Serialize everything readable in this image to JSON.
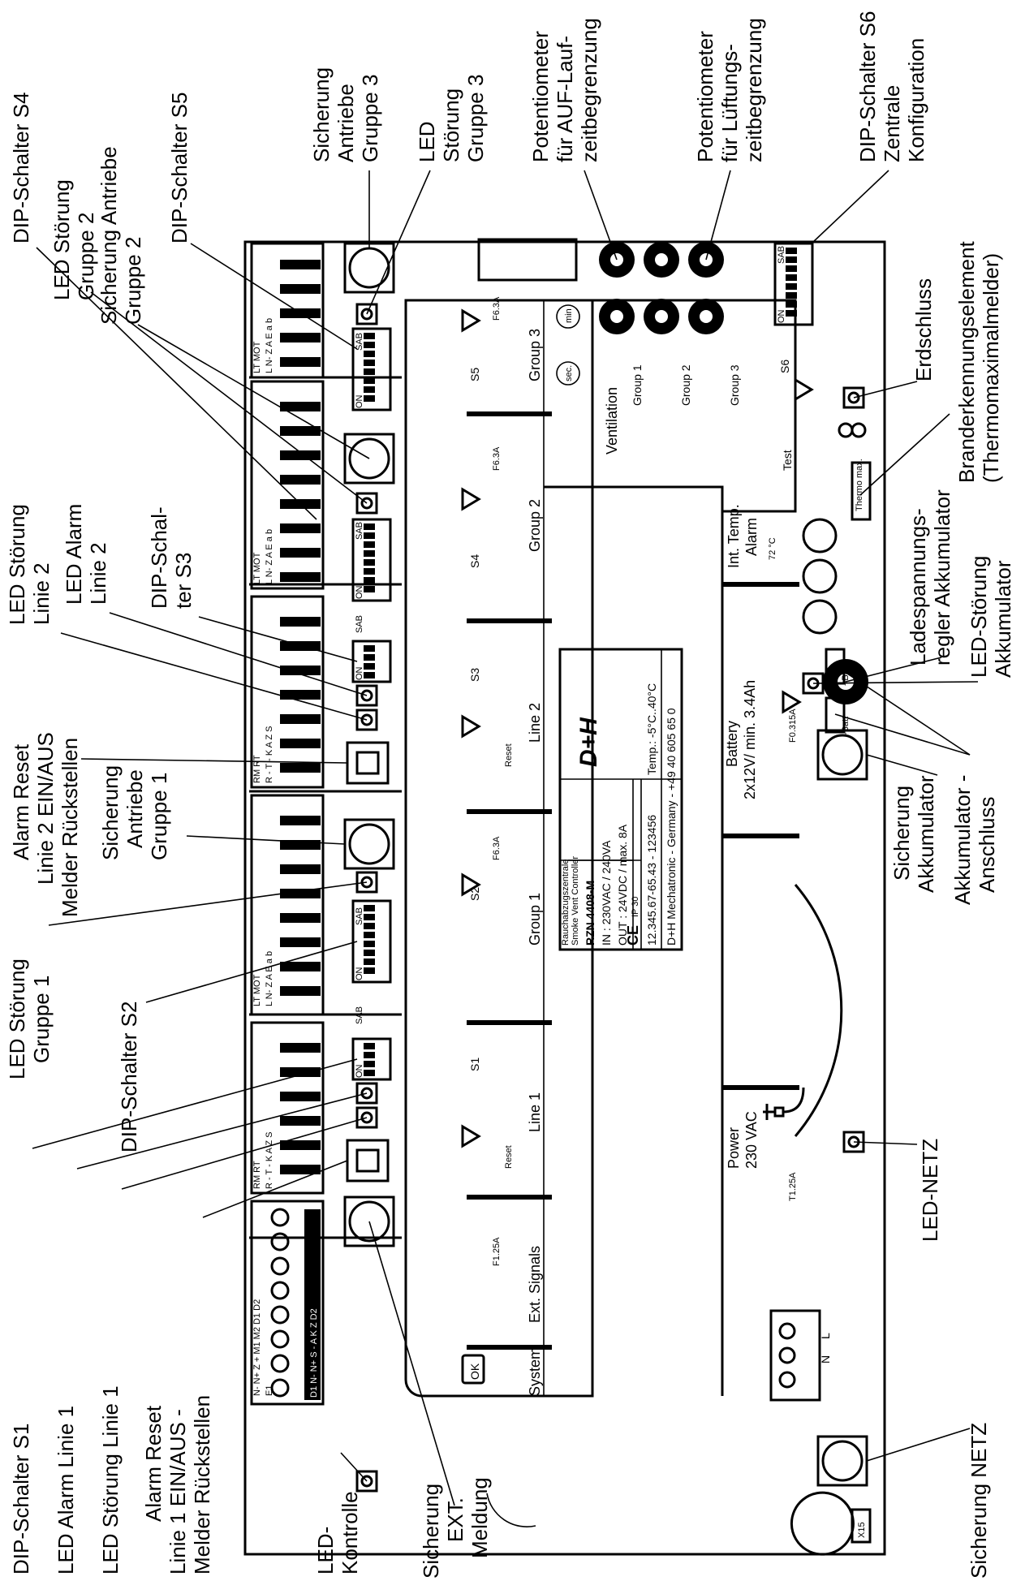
{
  "top_labels": [
    [
      "DIP-Schalter S4"
    ],
    [
      "LED Störung",
      "Gruppe 2"
    ],
    [
      "Sicherung Antriebe",
      "Gruppe 2"
    ],
    [
      "DIP-Schalter S5"
    ],
    [
      "Sicherung",
      "Antriebe",
      "Gruppe 3"
    ],
    [
      "LED",
      "Störung",
      "Gruppe 3"
    ],
    [
      "Potentiometer",
      "für AUF-Lauf-",
      "zeitbegrenzung"
    ],
    [
      "Potentiometer",
      "für Lüftungs-",
      "zeitbegrenzung"
    ],
    [
      "DIP-Schalter S6",
      "Zentrale",
      "Konfiguration"
    ]
  ],
  "left_labels": [
    [
      "LED Störung",
      "Linie 2"
    ],
    [
      "LED Alarm",
      "Linie 2"
    ],
    [
      "DIP-Schal-",
      "ter S3"
    ],
    [
      "Alarm Reset",
      "Linie 2 EIN/AUS",
      "Melder Rückstellen"
    ],
    [
      "Sicherung",
      "Antriebe",
      "Gruppe 1"
    ],
    [
      "LED Störung",
      "Gruppe 1"
    ],
    [
      "DIP-Schalter S2"
    ],
    [
      "DIP-Schalter S1"
    ],
    [
      "LED Alarm Linie 1"
    ],
    [
      "LED Störung Linie 1"
    ],
    [
      "Alarm Reset",
      "Linie 1 EIN/AUS -",
      "Melder Rückstellen"
    ]
  ],
  "bottom_labels": [
    [
      "LED-",
      "Kontrolle"
    ],
    [
      "Sicherung",
      "EXT.",
      "Meldung"
    ]
  ],
  "right_labels": [
    [
      "Erdschluss"
    ],
    [
      "Branderkennungselement",
      "(Thermomaximalmelder)"
    ],
    [
      "Ladespannungs-",
      "regler Akkumulator"
    ],
    [
      "LED-Störung",
      "Akkumulator"
    ],
    [
      "Akkumulator -",
      "Anschluss"
    ],
    [
      "Sicherung",
      "Akkumulator"
    ],
    [
      "LED-NETZ"
    ],
    [
      "Sicherung NETZ"
    ]
  ],
  "board": {
    "sections": [
      "System",
      "Ext. Signals",
      "Line 1",
      "Group 1",
      "Line 2",
      "Group 2",
      "Group 3"
    ],
    "switch_names": [
      "S1",
      "S2",
      "S3",
      "S4",
      "S5"
    ],
    "fuses": [
      "F1.25A",
      "F6.3A",
      "F6.3A",
      "F6.3A",
      "F0.315A",
      "T1.25A"
    ],
    "ok": "OK",
    "reset": "Reset",
    "terminal_top": [
      "N- N+ Z  +  M1 M2 D1 D2",
      "RM  RT",
      "LT  MOT",
      "RM  RT",
      "LT  MOT",
      "LT  MOT"
    ],
    "terminal_bottom": [
      "D1 N- N+ S  -  A  K  Z  D2",
      "R  -  T  -  K  A  Z  S",
      "L  N- Z  A  E  a  b"
    ],
    "e1": "E1",
    "ventilation": "Ventilation",
    "vent_groups": [
      "Group 1",
      "Group 2",
      "Group 3"
    ],
    "pot_scale_sec": "sec.",
    "pot_scale_min": "min",
    "s6": "S6",
    "test": "Test",
    "thermo": "Thermo max.",
    "int_temp": [
      "Int. Temp.",
      "Alarm"
    ],
    "temp_value": "72 °C",
    "battery": [
      "Battery",
      "2x12V/ min. 3.4Ah"
    ],
    "batt_minus": "-Batt",
    "batt_plus": "+Batt",
    "power": [
      "Power",
      "230 VAC"
    ],
    "x15": "X15",
    "mains_terminals": [
      "L",
      "N"
    ],
    "dip_on": "ON",
    "dip_sab": "SAB"
  },
  "nameplate": {
    "header": [
      "Rauchabzugszentrale",
      "Smoke Vent Controller"
    ],
    "model": "RZN 4408-M",
    "input": "IN : 230VAC / 240VA",
    "output": "OUT : 24VDC / max. 8A",
    "ce": "CE",
    "ip": "IP 30",
    "serial": "12.345.67-65.43 - 123456",
    "temp": "Temp.: -5°C..40°C",
    "maker": "D+H Mechatronic - Germany - +49 40 605 65 0",
    "brand": "D+H"
  }
}
